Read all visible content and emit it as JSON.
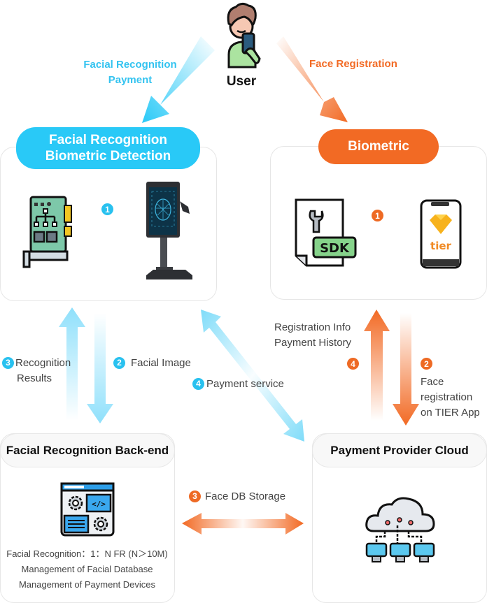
{
  "user": {
    "label": "User",
    "icon": "user-with-phone-icon"
  },
  "top_flows": {
    "left_label_line1": "Facial Recognition",
    "left_label_line2": "Payment",
    "right_label": "Face Registration"
  },
  "facial_detection": {
    "title_line1": "Facial Recognition",
    "title_line2": "Biometric Detection",
    "step_badge": "1",
    "left_icon": "circuit-board-icon",
    "right_icon": "face-recognition-kiosk-icon"
  },
  "biometric": {
    "title": "Biometric",
    "step_badge": "1",
    "left_icon": "sdk-document-icon",
    "sdk_text": "SDK",
    "right_icon": "tier-app-phone-icon",
    "app_text": "tier"
  },
  "left_flows": {
    "recognition_badge": "3",
    "recognition_line1": "Recognition",
    "recognition_line2": "Results",
    "facial_image_badge": "2",
    "facial_image_label": "Facial Image"
  },
  "diagonal_flow": {
    "badge": "4",
    "label": "Payment service"
  },
  "right_flows": {
    "reg_info_line1": "Registration Info",
    "reg_info_line2": "Payment History",
    "up_badge": "4",
    "down_badge": "2",
    "face_reg_line1": "Face",
    "face_reg_line2": "registration",
    "face_reg_line3": "on TIER App"
  },
  "backend": {
    "title": "Facial Recognition Back-end",
    "icon": "web-development-settings-icon",
    "lines": [
      "Facial Recognition：1：N FR (N＞10M)",
      "Management of Facial Database",
      "Management of Payment Devices"
    ]
  },
  "storage_flow": {
    "badge": "3",
    "label": "Face DB Storage"
  },
  "cloud": {
    "title": "Payment Provider Cloud",
    "icon": "cloud-network-icon"
  },
  "colors": {
    "blue": "#29c9f7",
    "orange": "#f26a24"
  }
}
